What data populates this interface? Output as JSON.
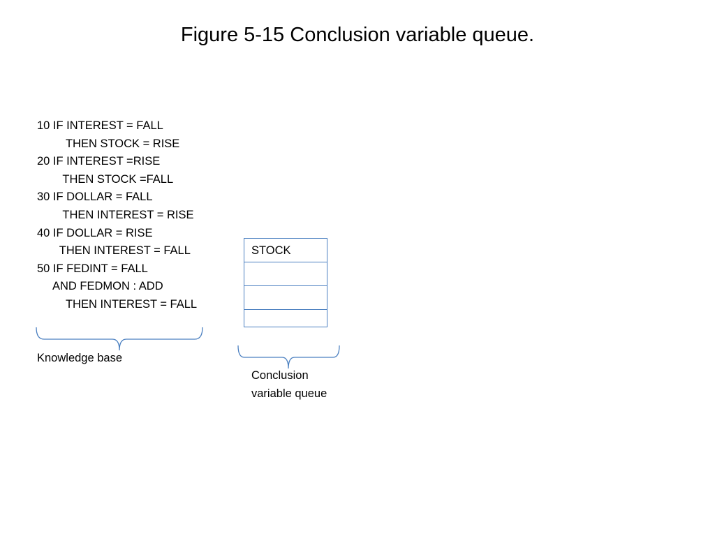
{
  "slide": {
    "title": "Figure 5-15 Conclusion variable queue."
  },
  "knowledge_base": {
    "lines": [
      "10 IF INTEREST = FALL",
      "         THEN STOCK = RISE",
      "20 IF INTEREST =RISE",
      "        THEN STOCK =FALL",
      "30 IF DOLLAR = FALL",
      "        THEN INTEREST = RISE",
      "40 IF DOLLAR = RISE",
      "       THEN INTEREST = FALL",
      "50 IF FEDINT = FALL",
      "     AND FEDMON : ADD",
      "         THEN INTEREST = FALL"
    ],
    "caption": "Knowledge base"
  },
  "queue": {
    "cells": [
      "STOCK",
      "",
      "",
      ""
    ],
    "caption_line1": "Conclusion",
    "caption_line2": "variable queue"
  },
  "colors": {
    "queue_border": "#4a7fc0",
    "brace": "#4a7fc0",
    "text": "#000000"
  }
}
